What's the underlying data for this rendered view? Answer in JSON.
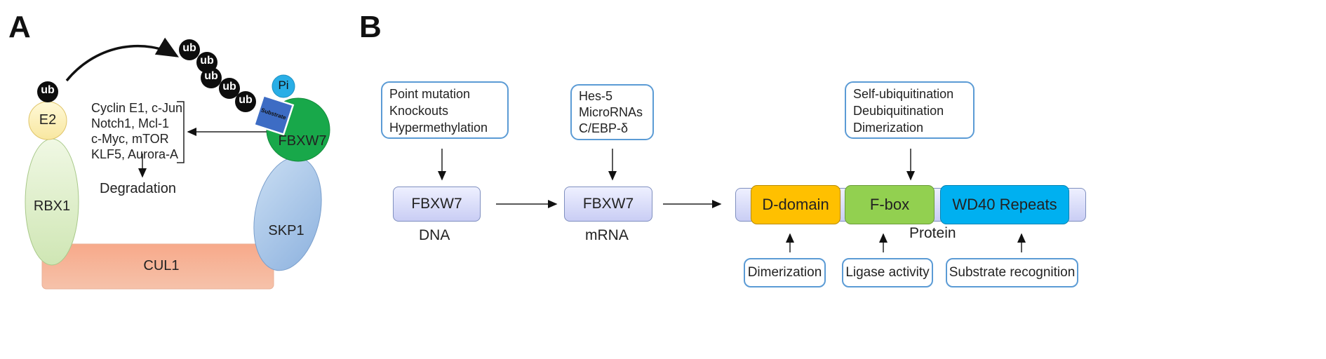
{
  "panel_a": {
    "letter": "A",
    "ub": "ub",
    "e2": "E2",
    "rbx1": "RBX1",
    "cul1": "CUL1",
    "skp1": "SKP1",
    "fbxw7": "FBXW7",
    "pi": "Pi",
    "substrate": "Substrate",
    "substrates": [
      "Cyclin E1, c-Jun",
      "Notch1, Mcl-1",
      "c-Myc, mTOR",
      "KLF5, Aurora-A"
    ],
    "degradation": "Degradation"
  },
  "panel_b": {
    "letter": "B",
    "dna_regulators": [
      "Point mutation",
      "Knockouts",
      "Hypermethylation"
    ],
    "mrna_regulators": [
      "Hes-5",
      "MicroRNAs",
      "C/EBP-δ"
    ],
    "protein_regulators": [
      "Self-ubiquitination",
      "Deubiquitination",
      "Dimerization"
    ],
    "gene_dna": "FBXW7",
    "gene_mrna": "FBXW7",
    "label_dna": "DNA",
    "label_mrna": "mRNA",
    "label_protein": "Protein",
    "domains": {
      "d": "D-domain",
      "f": "F-box",
      "wd": "WD40 Repeats"
    },
    "functions": {
      "d": "Dimerization",
      "f": "Ligase activity",
      "wd": "Substrate recognition"
    },
    "colors": {
      "d_domain": "#ffc000",
      "f_box": "#92d050",
      "wd40": "#00b0f0",
      "box_border": "#5b9bd5"
    }
  }
}
